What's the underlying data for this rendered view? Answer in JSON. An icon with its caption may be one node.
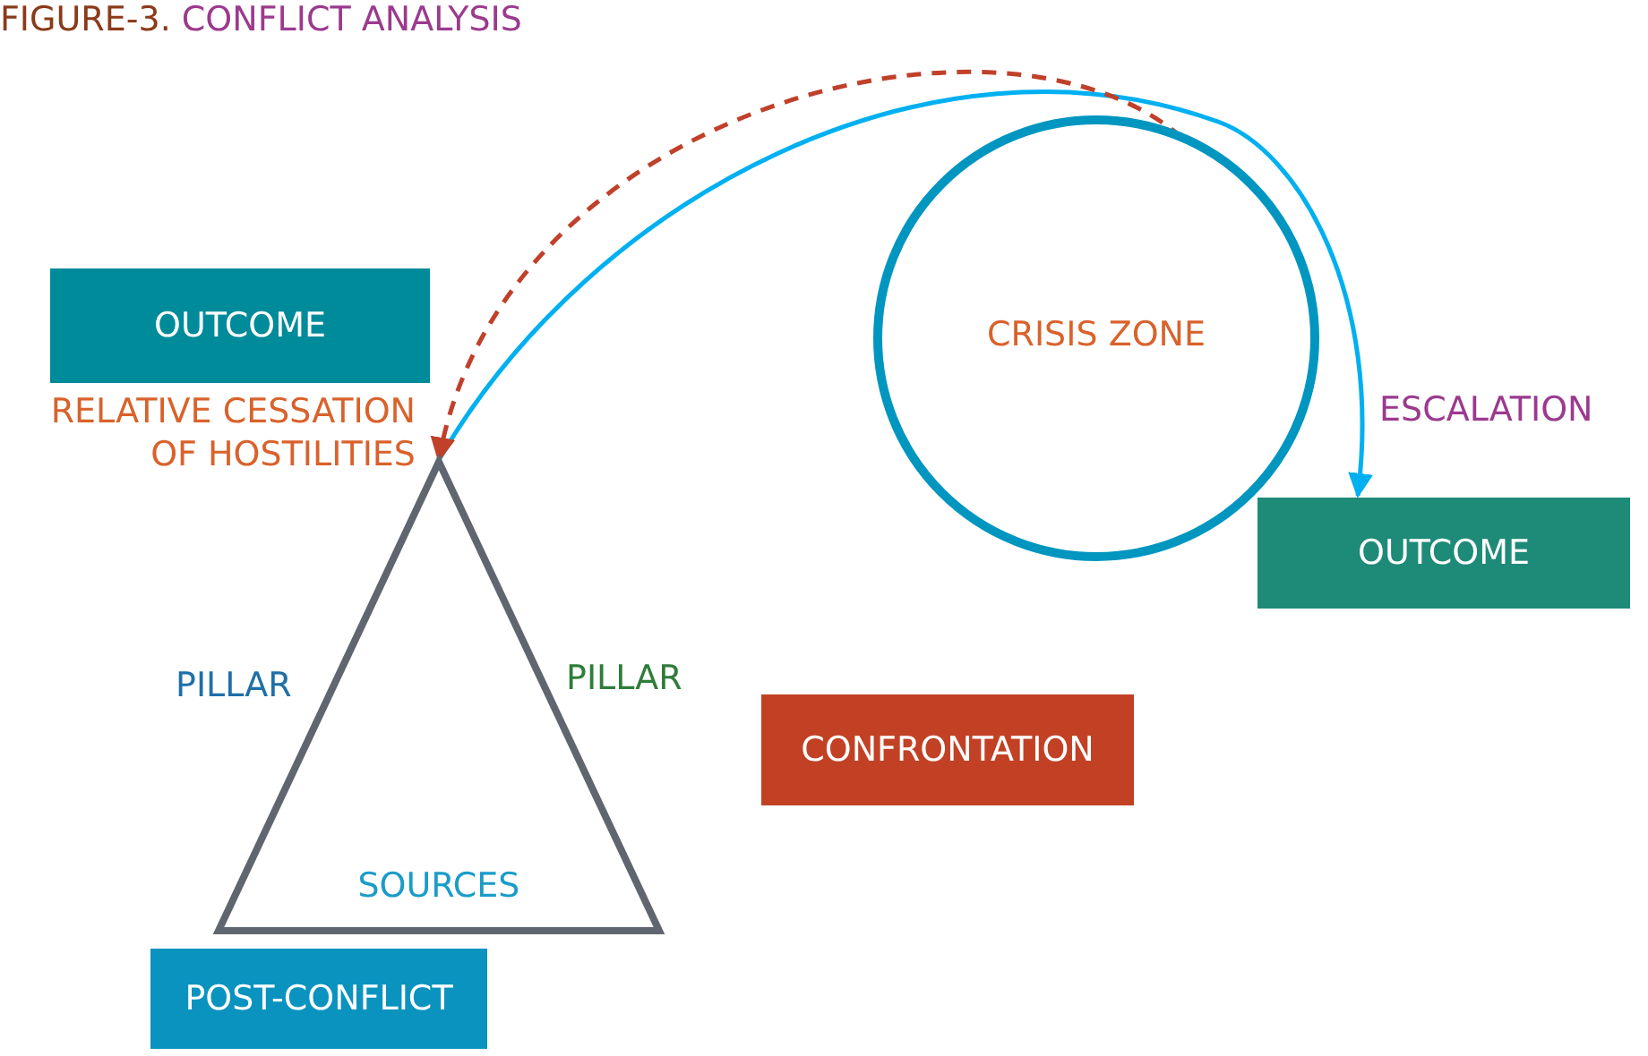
{
  "diagram": {
    "title": "FIGURE-3. CONFLICT ANALYSIS",
    "nodes": [
      {
        "text": [
          "OUTCOME"
        ]
      },
      {
        "text": [
          "SOURCES"
        ],
        "beside": [
          "RELATIVE CESSATION OF HOSTILITIES",
          "PILLAR",
          "PILLAR"
        ]
      },
      {
        "text": [
          "CRISIS ZONE"
        ]
      },
      {
        "text": [
          "OUTCOME"
        ]
      },
      {
        "text": [
          "CONFRONTATION"
        ]
      },
      {
        "text": [
          "POST-CONFLICT"
        ]
      }
    ],
    "edges": [
      {
        "from": 1,
        "to": 3,
        "arrow": "to",
        "label": "ESCALATION",
        "color": "#00b0f0"
      },
      {
        "from": 2,
        "to": 1,
        "arrow": "to",
        "style": "dashed",
        "color": "#c0402a"
      }
    ]
  }
}
